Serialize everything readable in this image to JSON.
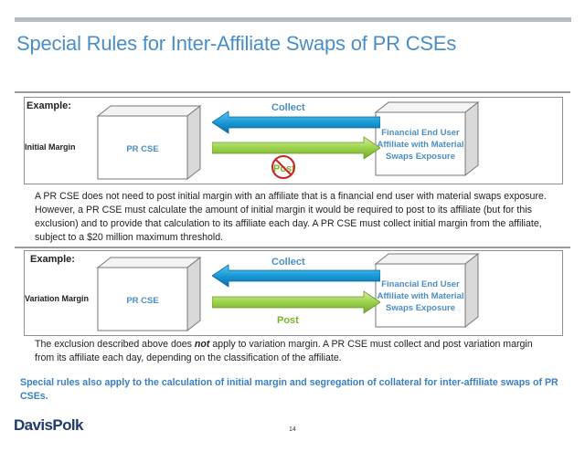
{
  "header": {
    "title": "Special Rules for Inter-Affiliate Swaps of PR CSEs"
  },
  "panel_initial": {
    "example_label": "Example:",
    "row_label": "Initial Margin",
    "left_box": "PR CSE",
    "right_box": "Financial End User Affiliate with Material Swaps Exposure",
    "collect_label": "Collect",
    "post_label": "Post",
    "post_crossed": true
  },
  "paragraph_initial": "A PR CSE does not need to post initial margin with an affiliate that is a financial end user with material swaps exposure.  However, a PR CSE must calculate the amount of initial margin it would be required to post to its affiliate (but for this exclusion) and to provide that calculation to its affiliate each day.  A PR CSE must collect initial margin from the affiliate, subject to a $20 million maximum threshold.",
  "panel_variation": {
    "example_label": "Example:",
    "row_label": "Variation Margin",
    "left_box": "PR CSE",
    "right_box": "Financial End User Affiliate with Material Swaps Exposure",
    "collect_label": "Collect",
    "post_label": "Post"
  },
  "paragraph_variation": {
    "before": "The exclusion described above does ",
    "emphasis": "not",
    "after": " apply to variation margin.  A PR CSE must collect and post variation margin from its affiliate each day, depending on the classification of the affiliate."
  },
  "note": "Special rules also apply to the calculation of initial margin and segregation of collateral for inter-affiliate swaps of PR CSEs.",
  "footer": {
    "logo": "DavisPolk",
    "page_number": "14"
  },
  "colors": {
    "collect_arrow": "#1a9ad6",
    "post_arrow": "#9bd24a",
    "title": "#4a8ec6",
    "no_symbol": "#cc2222"
  }
}
